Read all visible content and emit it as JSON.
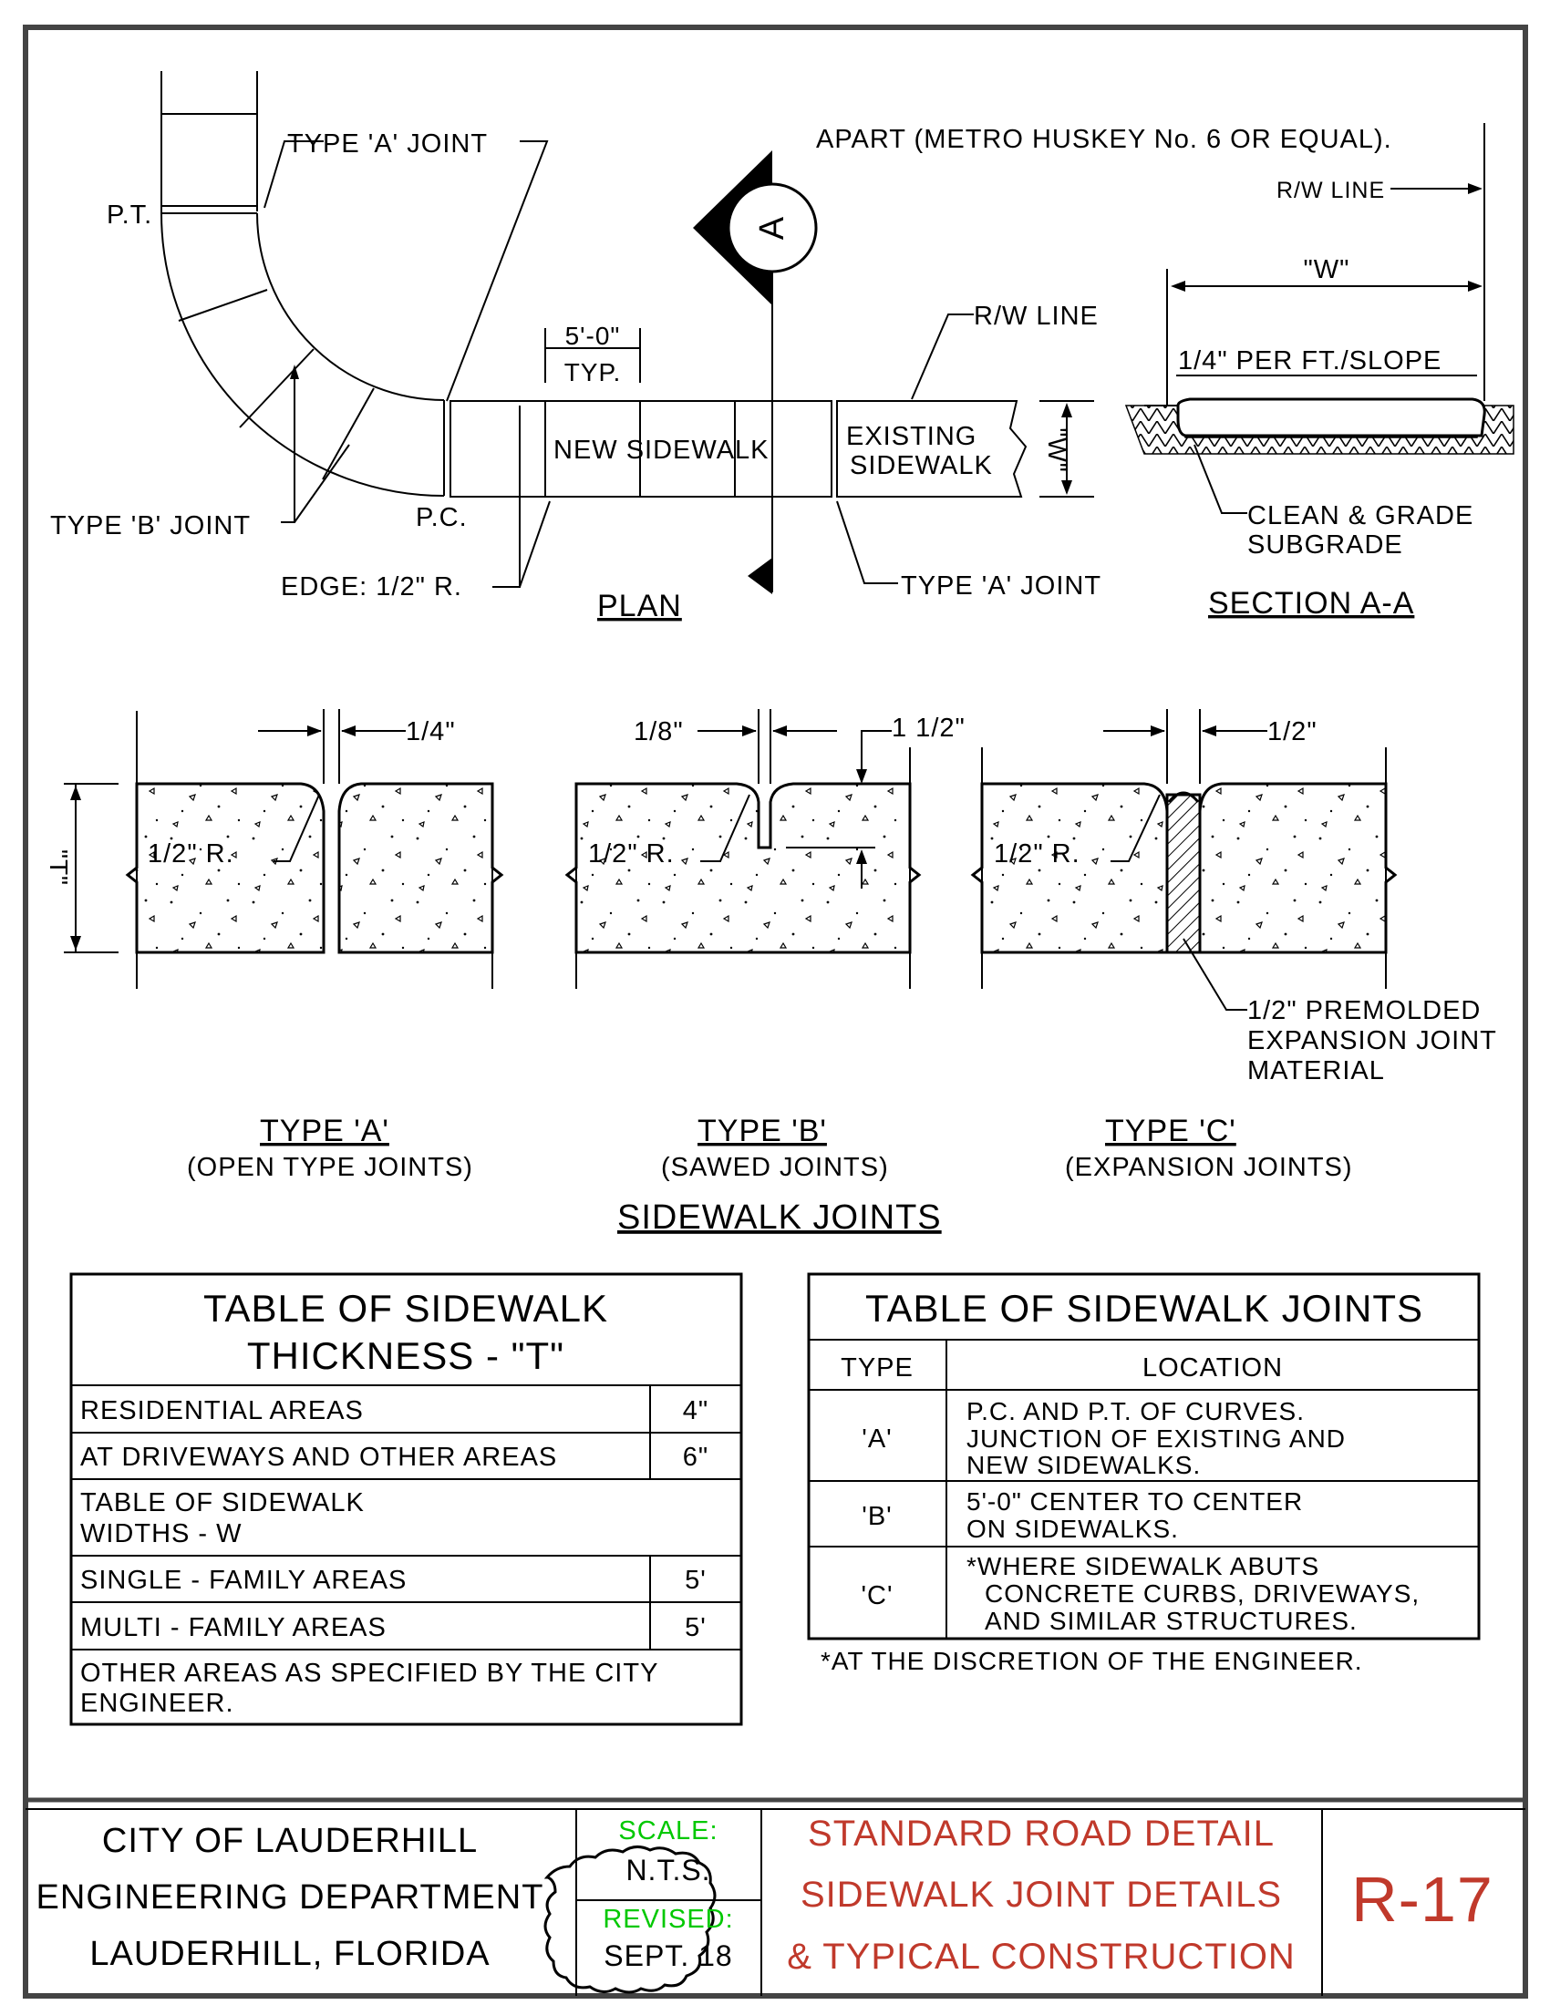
{
  "plan": {
    "type_a_joint_top": "TYPE 'A' JOINT",
    "pt": "P.T.",
    "pc": "P.C.",
    "type_b_joint": "TYPE 'B' JOINT",
    "edge": "EDGE: 1/2\" R.",
    "dim_5_0": "5'-0\"",
    "typ": "TYP.",
    "new_sidewalk": "NEW SIDEWALK",
    "existing_sidewalk_1": "EXISTING",
    "existing_sidewalk_2": "SIDEWALK",
    "rw_line": "R/W LINE",
    "w_dim": "\"W\"",
    "type_a_joint_bottom": "TYPE 'A' JOINT",
    "title": "PLAN",
    "section_marker": "A"
  },
  "top_note": "APART (METRO HUSKEY No. 6 OR EQUAL).",
  "section": {
    "rw_line": "R/W LINE",
    "w_dim": "\"W\"",
    "slope": "1/4\" PER FT./SLOPE",
    "clean_1": "CLEAN & GRADE",
    "clean_2": "SUBGRADE",
    "title": "SECTION A-A"
  },
  "joints": {
    "t_dim": "\"T\"",
    "a_gap": "1/4\"",
    "a_radius": "1/2\" R.",
    "b_gap": "1/8\"",
    "b_depth": "1 1/2\"",
    "b_radius": "1/2\" R.",
    "c_gap": "1/2\"",
    "c_radius": "1/2\" R.",
    "c_note_1": "1/2\" PREMOLDED",
    "c_note_2": "EXPANSION JOINT",
    "c_note_3": "MATERIAL",
    "type_a_title": "TYPE 'A'",
    "type_a_sub": "(OPEN TYPE JOINTS)",
    "type_b_title": "TYPE 'B'",
    "type_b_sub": "(SAWED JOINTS)",
    "type_c_title": "TYPE 'C'",
    "type_c_sub": "(EXPANSION JOINTS)",
    "group_title": "SIDEWALK JOINTS"
  },
  "thickness_table": {
    "title_1": "TABLE OF SIDEWALK",
    "title_2": "THICKNESS - \"T\"",
    "rows": [
      {
        "label": "RESIDENTIAL AREAS",
        "value": "4\""
      },
      {
        "label": "AT DRIVEWAYS AND OTHER AREAS",
        "value": "6\""
      }
    ],
    "widths_title_1": "TABLE OF SIDEWALK",
    "widths_title_2": "WIDTHS - W",
    "width_rows": [
      {
        "label": "SINGLE - FAMILY AREAS",
        "value": "5'"
      },
      {
        "label": "MULTI - FAMILY AREAS",
        "value": "5'"
      }
    ],
    "other_1": "OTHER AREAS AS SPECIFIED BY THE CITY",
    "other_2": "ENGINEER."
  },
  "joints_table": {
    "title": "TABLE OF SIDEWALK JOINTS",
    "col_type": "TYPE",
    "col_location": "LOCATION",
    "rows": [
      {
        "type": "'A'",
        "l1": "P.C. AND P.T. OF CURVES.",
        "l2": "JUNCTION OF EXISTING AND",
        "l3": "NEW SIDEWALKS."
      },
      {
        "type": "'B'",
        "l1": "5'-0\" CENTER TO CENTER",
        "l2": "ON SIDEWALKS.",
        "l3": ""
      },
      {
        "type": "'C'",
        "l1": "*WHERE SIDEWALK ABUTS",
        "l2": "CONCRETE CURBS, DRIVEWAYS,",
        "l3": "AND SIMILAR STRUCTURES."
      }
    ],
    "footnote": "*AT THE DISCRETION OF THE ENGINEER."
  },
  "title_block": {
    "city": "CITY OF LAUDERHILL",
    "dept": "ENGINEERING DEPARTMENT",
    "location": "LAUDERHILL, FLORIDA",
    "scale_label": "SCALE:",
    "scale_value": "N.T.S.",
    "revised_label": "REVISED:",
    "revised_value": "SEPT. 18",
    "title_1": "STANDARD ROAD DETAIL",
    "title_2": "SIDEWALK JOINT DETAILS",
    "title_3": "& TYPICAL CONSTRUCTION",
    "sheet": "R-17"
  },
  "colors": {
    "title_red": "#c0392b",
    "scale_green": "#00c800",
    "frame_gray": "#444444"
  }
}
